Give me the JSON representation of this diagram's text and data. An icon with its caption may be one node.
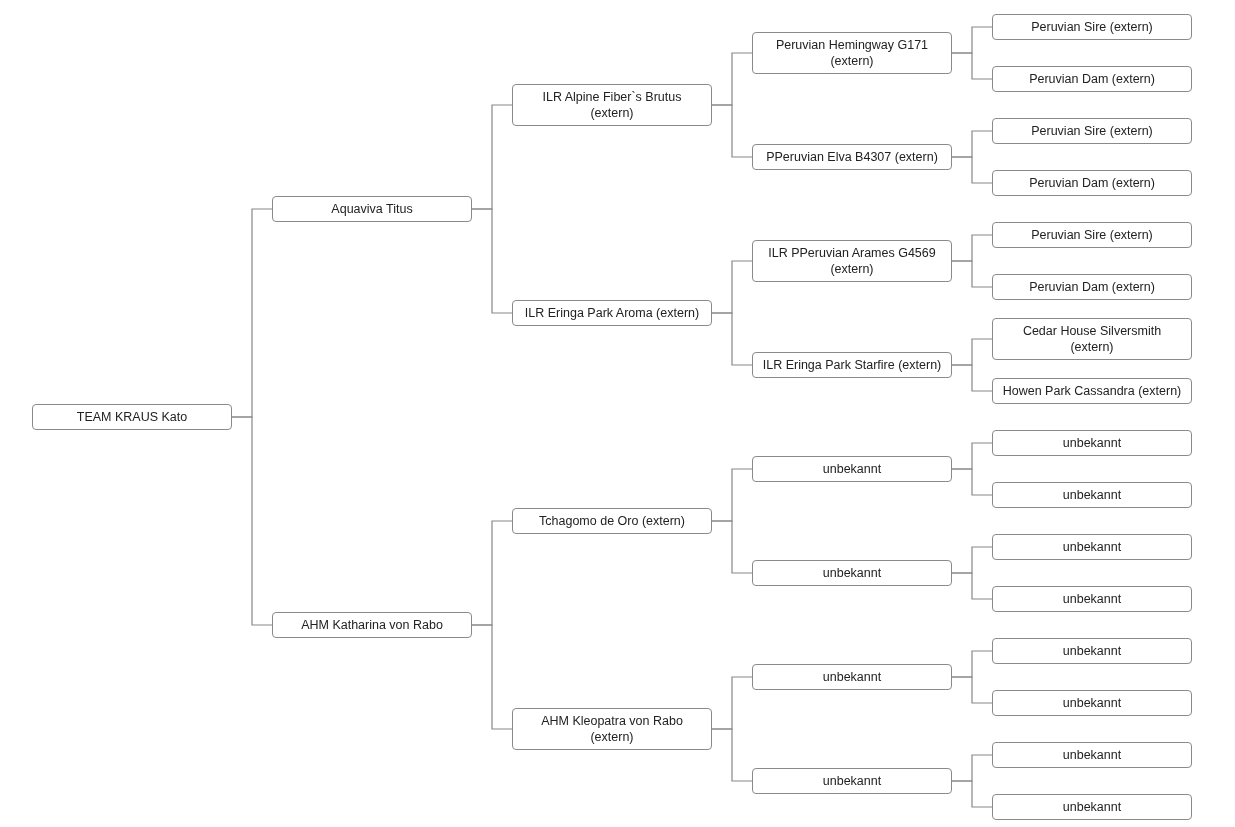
{
  "diagram": {
    "nodes": [
      {
        "text": [
          "TEAM KRAUS Kato"
        ]
      },
      {
        "text": [
          "Aquaviva Titus"
        ]
      },
      {
        "text": [
          "ILR Alpine Fiber`s Brutus (extern)"
        ]
      },
      {
        "text": [
          "Peruvian Hemingway G171 (extern)"
        ]
      },
      {
        "text": [
          "Peruvian Sire (extern)"
        ]
      },
      {
        "text": [
          "Peruvian Dam (extern)"
        ]
      },
      {
        "text": [
          "PPeruvian Elva B4307 (extern)"
        ]
      },
      {
        "text": [
          "Peruvian Sire (extern)"
        ]
      },
      {
        "text": [
          "Peruvian Dam (extern)"
        ]
      },
      {
        "text": [
          "ILR Eringa Park Aroma (extern)"
        ]
      },
      {
        "text": [
          "ILR PPeruvian Arames G4569 (extern)"
        ]
      },
      {
        "text": [
          "Peruvian Sire (extern)"
        ]
      },
      {
        "text": [
          "Peruvian Dam (extern)"
        ]
      },
      {
        "text": [
          "ILR Eringa Park Starfire (extern)"
        ]
      },
      {
        "text": [
          "Cedar House Silversmith (extern)"
        ]
      },
      {
        "text": [
          "Howen Park Cassandra (extern)"
        ]
      },
      {
        "text": [
          "AHM Katharina von Rabo"
        ]
      },
      {
        "text": [
          "Tchagomo de Oro (extern)"
        ]
      },
      {
        "text": [
          "unbekannt"
        ]
      },
      {
        "text": [
          "unbekannt"
        ]
      },
      {
        "text": [
          "unbekannt"
        ]
      },
      {
        "text": [
          "unbekannt"
        ]
      },
      {
        "text": [
          "unbekannt"
        ]
      },
      {
        "text": [
          "unbekannt"
        ]
      },
      {
        "text": [
          "AHM Kleopatra von Rabo (extern)"
        ]
      },
      {
        "text": [
          "unbekannt"
        ]
      },
      {
        "text": [
          "unbekannt"
        ]
      },
      {
        "text": [
          "unbekannt"
        ]
      },
      {
        "text": [
          "unbekannt"
        ]
      },
      {
        "text": [
          "unbekannt"
        ]
      },
      {
        "text": [
          "unbekannt"
        ]
      }
    ],
    "edges": [
      {
        "from": 0,
        "to": 1,
        "arrow": "none"
      },
      {
        "from": 1,
        "to": 2,
        "arrow": "none"
      },
      {
        "from": 2,
        "to": 3,
        "arrow": "none"
      },
      {
        "from": 3,
        "to": 4,
        "arrow": "none"
      },
      {
        "from": 3,
        "to": 5,
        "arrow": "none"
      },
      {
        "from": 2,
        "to": 6,
        "arrow": "none"
      },
      {
        "from": 6,
        "to": 7,
        "arrow": "none"
      },
      {
        "from": 6,
        "to": 8,
        "arrow": "none"
      },
      {
        "from": 1,
        "to": 9,
        "arrow": "none"
      },
      {
        "from": 9,
        "to": 10,
        "arrow": "none"
      },
      {
        "from": 10,
        "to": 11,
        "arrow": "none"
      },
      {
        "from": 10,
        "to": 12,
        "arrow": "none"
      },
      {
        "from": 9,
        "to": 13,
        "arrow": "none"
      },
      {
        "from": 13,
        "to": 14,
        "arrow": "none"
      },
      {
        "from": 13,
        "to": 15,
        "arrow": "none"
      },
      {
        "from": 0,
        "to": 16,
        "arrow": "none"
      },
      {
        "from": 16,
        "to": 17,
        "arrow": "none"
      },
      {
        "from": 17,
        "to": 18,
        "arrow": "none"
      },
      {
        "from": 18,
        "to": 19,
        "arrow": "none"
      },
      {
        "from": 18,
        "to": 20,
        "arrow": "none"
      },
      {
        "from": 17,
        "to": 21,
        "arrow": "none"
      },
      {
        "from": 21,
        "to": 22,
        "arrow": "none"
      },
      {
        "from": 21,
        "to": 23,
        "arrow": "none"
      },
      {
        "from": 16,
        "to": 24,
        "arrow": "none"
      },
      {
        "from": 24,
        "to": 25,
        "arrow": "none"
      },
      {
        "from": 25,
        "to": 26,
        "arrow": "none"
      },
      {
        "from": 25,
        "to": 27,
        "arrow": "none"
      },
      {
        "from": 24,
        "to": 28,
        "arrow": "none"
      },
      {
        "from": 28,
        "to": 29,
        "arrow": "none"
      },
      {
        "from": 28,
        "to": 30,
        "arrow": "none"
      }
    ]
  }
}
